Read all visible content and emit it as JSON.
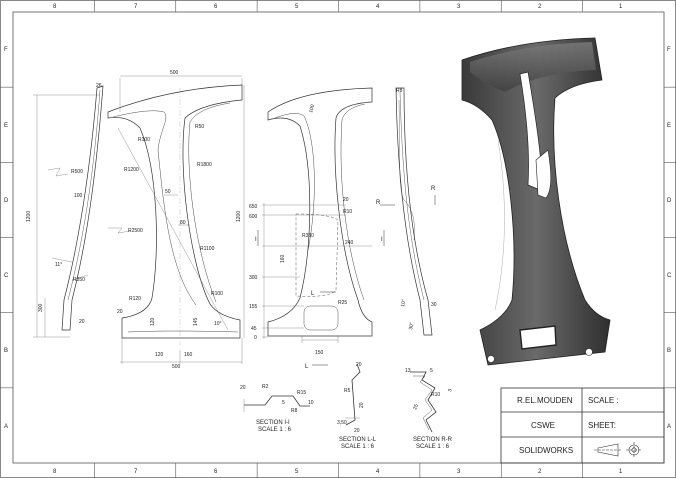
{
  "border": {
    "columns": [
      "8",
      "7",
      "6",
      "5",
      "4",
      "3",
      "2",
      "1"
    ],
    "rows": [
      "F",
      "E",
      "D",
      "C",
      "B",
      "A"
    ]
  },
  "dimensions": {
    "d500_top": "500",
    "d500_bottom": "500",
    "d1200_left": "1200",
    "d1200_front": "1200",
    "d26": "26",
    "R500": "R500",
    "d100": "100",
    "d11": "11°",
    "R350_side": "R350",
    "d300": "300",
    "d20_side": "20",
    "R100_top": "R100",
    "R50": "R50",
    "R1200": "R1200",
    "d50": "50",
    "R1800": "R1800",
    "d80": "80",
    "R2500": "R2500",
    "R1100": "R1100",
    "R120": "R120",
    "d20b": "20",
    "d120": "120",
    "d145": "145",
    "R100_br": "R100",
    "d10deg": "10°",
    "d120_bottom": "120",
    "d160_bottom": "160",
    "d100_back": "100",
    "d650": "650",
    "d600": "600",
    "d20_back": "20",
    "R10_back": "R10",
    "R350_back": "R350",
    "d240": "240",
    "d160_back": "160",
    "d300_back": "300",
    "d155": "155",
    "R25": "R25",
    "d45": "45",
    "d0": "0",
    "d150": "150",
    "R8": "R8",
    "d30": "30",
    "d10": "10°",
    "d30b": "30°"
  },
  "labels": {
    "I_left": "I",
    "I_right": "I",
    "L_top": "L",
    "L_bottom": "L",
    "R_upper": "R",
    "R_iso": "R"
  },
  "sections": {
    "ii": {
      "title": "SECTION I-I",
      "scale": "SCALE 1 : 6",
      "dims": [
        "20",
        "R2",
        "R15",
        "R8",
        "10",
        "5"
      ]
    },
    "ll": {
      "title": "SECTION L-L",
      "scale": "SCALE 1 : 6",
      "dims": [
        "20",
        "R5",
        "20",
        "3,50",
        "20"
      ]
    },
    "rr": {
      "title": "SECTION R-R",
      "scale": "SCALE 1 : 6",
      "dims": [
        "13",
        "5",
        "R10",
        "25",
        "3"
      ]
    }
  },
  "title_block": {
    "author": "R.EL.MOUDEN",
    "scale_label": "SCALE :",
    "org": "CSWE",
    "sheet_label": "SHEET:",
    "software": "SOLIDWORKS"
  }
}
